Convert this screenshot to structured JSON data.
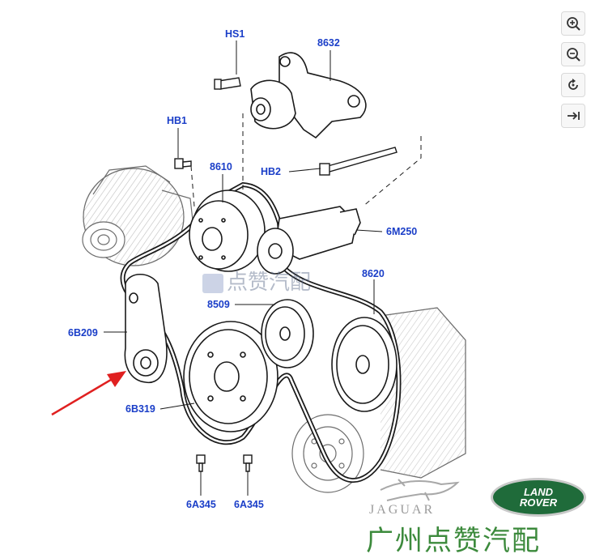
{
  "toolbar": {
    "zoom_in_icon": "zoom-in-icon",
    "zoom_out_icon": "zoom-out-icon",
    "rotate_icon": "rotate-icon",
    "next_icon": "arrow-right-bar-icon"
  },
  "callouts": {
    "hs1": "HS1",
    "p8632": "8632",
    "hb1": "HB1",
    "p8610": "8610",
    "hb2": "HB2",
    "p6m250": "6M250",
    "p8620": "8620",
    "p8509": "8509",
    "p6b209": "6B209",
    "p6b319": "6B319",
    "p6a345_left": "6A345",
    "p6a345_right": "6A345"
  },
  "watermark": {
    "center_text": "点赞汽配",
    "bottom_text": "广州点赞汽配",
    "jaguar_text": "JAGUAR",
    "land_rover_line1": "LAND",
    "land_rover_line2": "ROVER"
  },
  "colors": {
    "callout_blue": "#1a3ec8",
    "arrow_red": "#e02020",
    "line_dark": "#1a1a1a",
    "watermark_green": "#3c8a3c",
    "land_rover_green": "#1f6b3a"
  }
}
